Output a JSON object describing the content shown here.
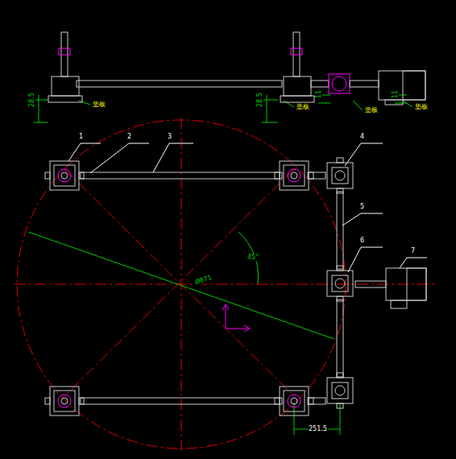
{
  "diagram": {
    "labels": [
      "1",
      "2",
      "3",
      "4",
      "5",
      "6",
      "7",
      "28.5",
      "28.5",
      "11",
      "11",
      "垫板",
      "垫板",
      "垫板",
      "垫板",
      "45°",
      "Ø871",
      "251.5"
    ]
  }
}
